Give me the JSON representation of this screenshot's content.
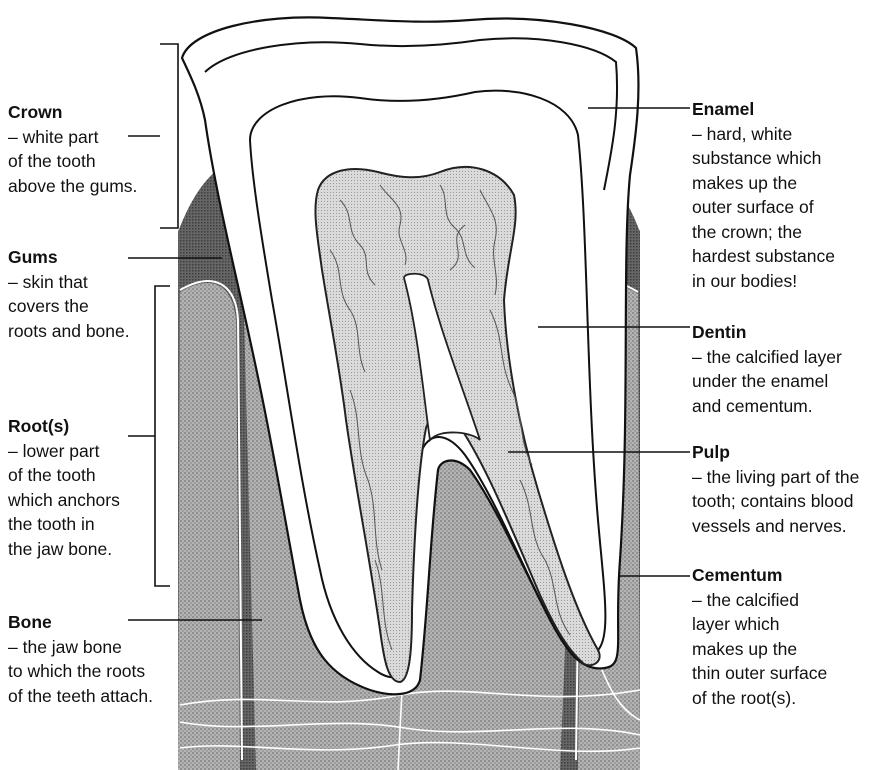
{
  "labels": {
    "crown": {
      "title": "Crown",
      "desc": "– white part\nof the tooth\nabove the gums."
    },
    "gums": {
      "title": "Gums",
      "desc": "– skin that\ncovers the\nroots and bone."
    },
    "root": {
      "title": "Root(s)",
      "desc": "– lower part\nof the tooth\nwhich anchors\nthe tooth in\nthe jaw bone."
    },
    "bone": {
      "title": "Bone",
      "desc": "– the jaw bone\nto which the roots\nof the teeth attach."
    },
    "enamel": {
      "title": "Enamel",
      "desc": "– hard, white\nsubstance which\nmakes up the\nouter surface of\nthe crown; the\nhardest substance\nin our bodies!"
    },
    "dentin": {
      "title": "Dentin",
      "desc": "– the calcified layer\nunder the enamel\nand cementum."
    },
    "pulp": {
      "title": "Pulp",
      "desc": "– the living part of the\ntooth; contains blood\nvessels and nerves."
    },
    "cementum": {
      "title": "Cementum",
      "desc": "– the calcified\nlayer which\nmakes up the\nthin outer surface\nof the root(s)."
    }
  },
  "colors": {
    "bone": "#a9a9a9",
    "gum": "#5a5a5a",
    "pulp": "#cfcfcf",
    "line": "#111111"
  }
}
